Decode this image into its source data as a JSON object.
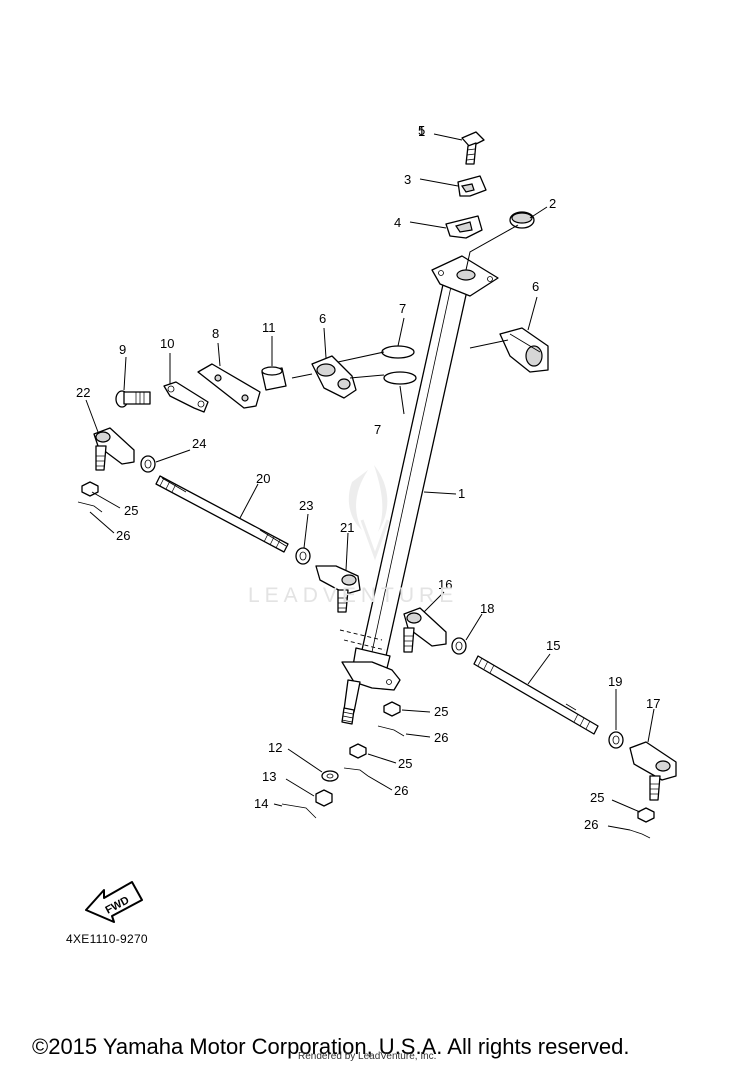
{
  "diagram": {
    "title": "",
    "code": "4XE1110-9270",
    "fwd_label": "FWD",
    "copyright": "©2015 Yamaha Motor Corporation, U.S.A. All rights reserved.",
    "rendered_by": "Rendered by LeadVenture, Inc.",
    "watermark": "LEADVENTURE"
  },
  "callouts": [
    "1",
    "2",
    "3",
    "4",
    "5",
    "6",
    "6",
    "7",
    "7",
    "8",
    "9",
    "10",
    "11",
    "12",
    "13",
    "14",
    "15",
    "16",
    "17",
    "18",
    "19",
    "20",
    "21",
    "22",
    "23",
    "24",
    "25",
    "25",
    "25",
    "25",
    "26",
    "26",
    "26",
    "26"
  ]
}
